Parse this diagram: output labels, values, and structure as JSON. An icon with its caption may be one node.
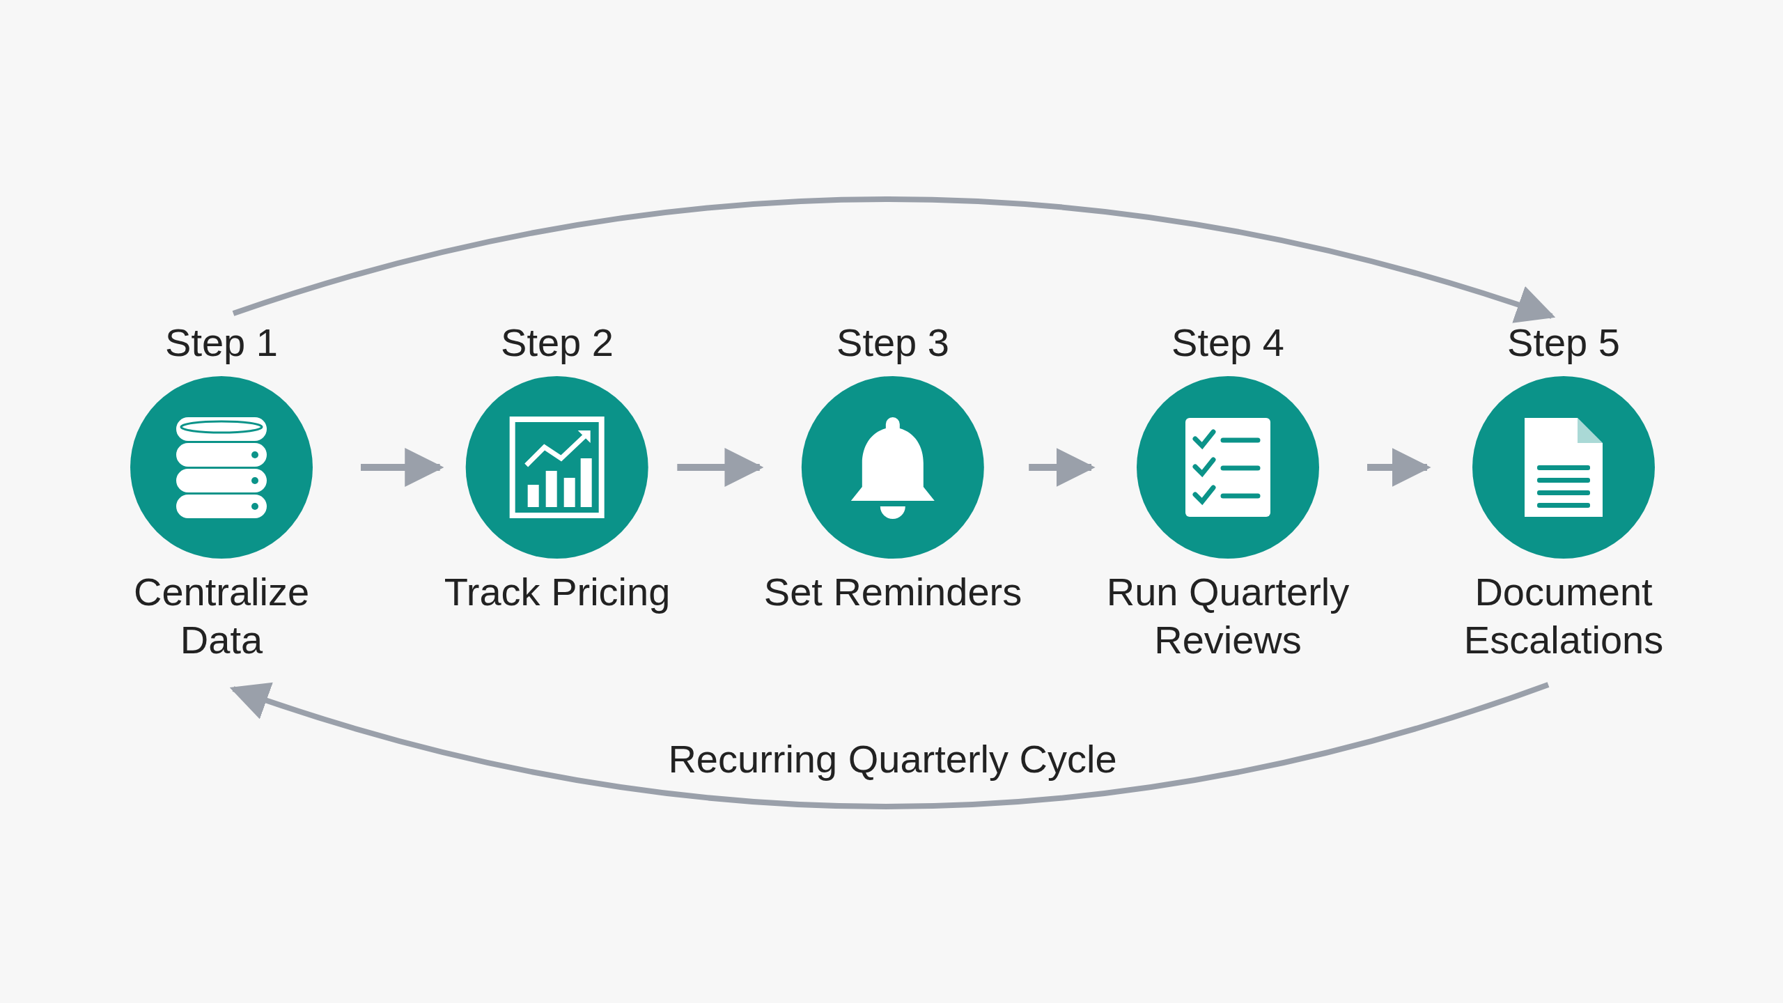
{
  "diagram": {
    "nodes": [
      {
        "text": [
          "Step 1",
          "Centralize Data"
        ]
      },
      {
        "text": [
          "Step 2",
          "Track Pricing"
        ]
      },
      {
        "text": [
          "Step 3",
          "Set Reminders"
        ]
      },
      {
        "text": [
          "Step 4",
          "Run Quarterly Reviews"
        ]
      },
      {
        "text": [
          "Step 5",
          "Document Escalations"
        ]
      }
    ],
    "edges": [
      {
        "from": 0,
        "to": 1,
        "arrow": "to"
      },
      {
        "from": 1,
        "to": 2,
        "arrow": "to"
      },
      {
        "from": 2,
        "to": 3,
        "arrow": "to"
      },
      {
        "from": 3,
        "to": 4,
        "arrow": "to"
      },
      {
        "from": 0,
        "to": 4,
        "arrow": "to"
      },
      {
        "from": 4,
        "to": 0,
        "arrow": "to",
        "label": "Recurring Quarterly Cycle"
      }
    ]
  }
}
